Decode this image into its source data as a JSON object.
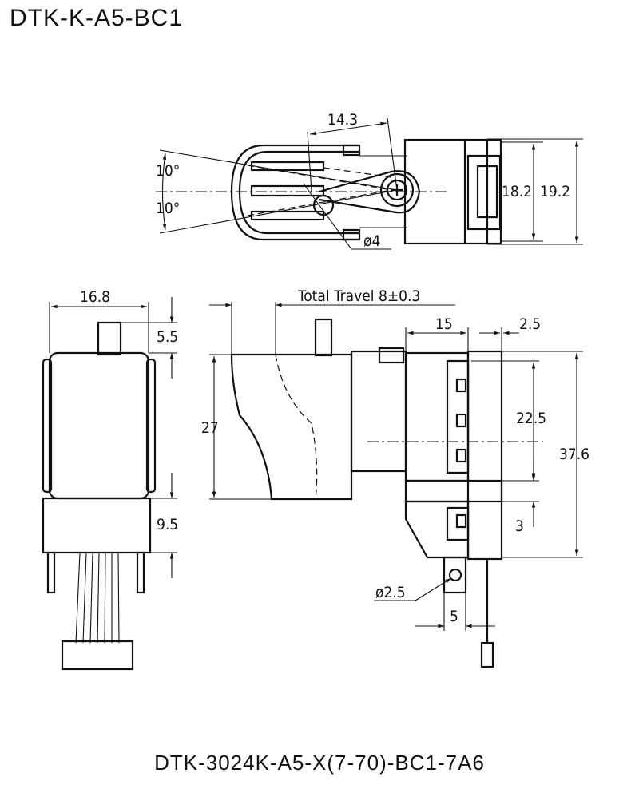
{
  "title": "DTK-K-A5-BC1",
  "model_number": "DTK-3024K-A5-X(7-70)-BC1-7A6",
  "top_view": {
    "dim_pivot": "14.3",
    "angle_upper": "10°",
    "angle_lower": "10°",
    "dim_hole": "ø4",
    "dim_inner_height": "18.2",
    "dim_outer_height": "19.2"
  },
  "side_view_left": {
    "dim_width": "16.8",
    "dim_shaft": "5.5",
    "dim_base": "9.5"
  },
  "front_view": {
    "total_travel": "Total Travel 8±0.3",
    "dim_trigger_height": "27",
    "dim_body_width": "15",
    "dim_terminal_offset": "2.5",
    "dim_terminal_span": "22.5",
    "dim_total_height": "37.6",
    "dim_lower": "3",
    "dim_mount_hole": "ø2.5",
    "dim_tab": "5"
  }
}
